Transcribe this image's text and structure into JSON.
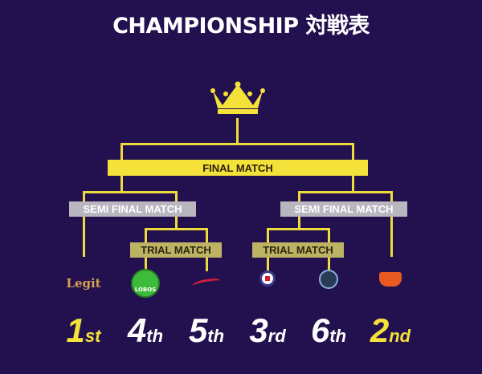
{
  "title": "CHAMPIONSHIP 対戦表",
  "colors": {
    "background": "#22104f",
    "bracket": "#eedc3c",
    "final": "#f4e23a",
    "semi": "#b9b6bf",
    "trial": "#bdb463"
  },
  "trophy_icon": "crown-icon",
  "final_label": "FINAL MATCH",
  "semi_left_label": "SEMI FINAL MATCH",
  "semi_right_label": "SEMI FINAL MATCH",
  "trial_left_label": "TRIAL MATCH",
  "trial_right_label": "TRIAL MATCH",
  "teams": [
    {
      "logo": "Legit",
      "rank": "1",
      "suffix": "st"
    },
    {
      "logo": "LOBOS",
      "rank": "4",
      "suffix": "th"
    },
    {
      "logo": "team-logo-red-script",
      "rank": "5",
      "suffix": "th"
    },
    {
      "logo": "team-logo-circle-emblem",
      "rank": "3",
      "suffix": "rd"
    },
    {
      "logo": "team-logo-blue-circle",
      "rank": "6",
      "suffix": "th"
    },
    {
      "logo": "team-logo-orange",
      "rank": "2",
      "suffix": "nd"
    }
  ]
}
